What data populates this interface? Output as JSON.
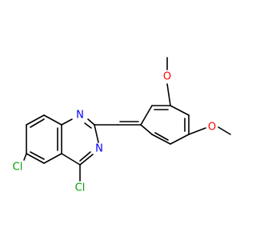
{
  "structure": {
    "atoms": {
      "n1": "N",
      "n3": "N",
      "cl4": "Cl",
      "cl6": "Cl",
      "o_top": "O",
      "o_right": "O"
    },
    "colors": {
      "bond": "#000000",
      "nitrogen": "#0000ff",
      "chlorine": "#00a000",
      "oxygen": "#ff0000",
      "background": "#ffffff"
    }
  }
}
